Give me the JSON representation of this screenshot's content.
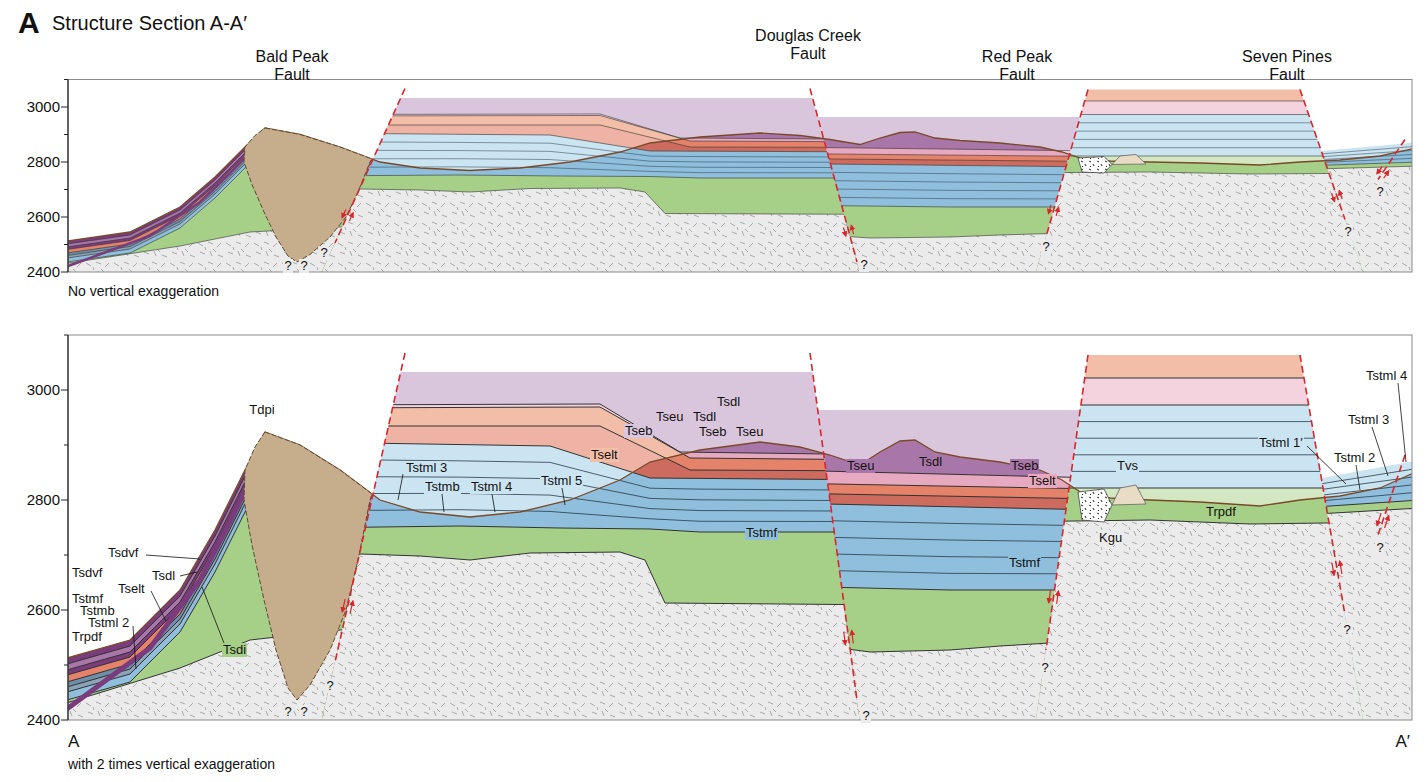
{
  "diagram": {
    "title": "Structure Section A-A′",
    "labels": [
      "A",
      "Bald Peak Fault",
      "Douglas Creek Fault",
      "Red Peak Fault",
      "Seven Pines Fault",
      "3000",
      "2800",
      "2600",
      "2400",
      "No vertical exaggeration",
      "?",
      "?",
      "?",
      "?",
      "?",
      "?",
      "?",
      "3000",
      "2800",
      "2600",
      "2400",
      "Tdpi",
      "Tsdvf",
      "Tsdvf",
      "Tsdl",
      "Tselt",
      "Tstmf",
      "Tstmb",
      "Tstml 2",
      "Trpdf",
      "Tsdi",
      "Tstml 3",
      "Tstmb",
      "Tstml 4",
      "Tstml 5",
      "Tselt",
      "Tsdl",
      "Tseu",
      "Tsdl",
      "Tseb",
      "Tseb",
      "Tseu",
      "Tstmf",
      "Tseu",
      "Tsdl",
      "Tseb",
      "Tselt",
      "Tstmf",
      "Kgu",
      "Tvs",
      "Trpdf",
      "Tstml 1′",
      "Tstml 2",
      "Tstml 3",
      "Tstml 4",
      "?",
      "?",
      "?",
      "?",
      "?",
      "?",
      "?",
      "A",
      "A′",
      "with 2 times vertical exaggeration"
    ]
  }
}
